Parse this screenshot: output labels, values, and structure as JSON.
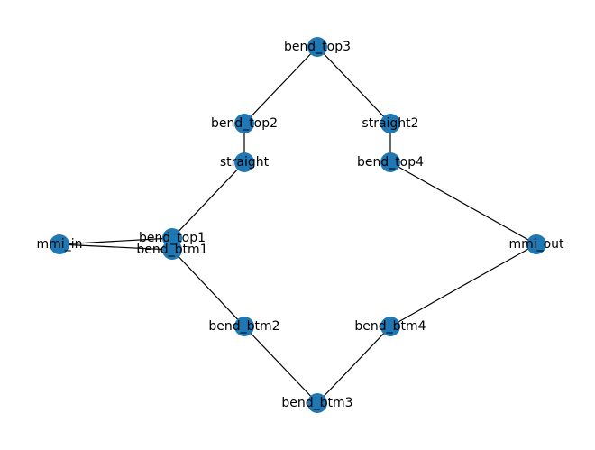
{
  "graph": {
    "node_color": "#1f77b4",
    "edge_color": "#000000",
    "nodes": [
      {
        "id": "mmi_in",
        "label": "mmi_in"
      },
      {
        "id": "bend_top1",
        "label": "bend_top1"
      },
      {
        "id": "bend_btm1",
        "label": "bend_btm1"
      },
      {
        "id": "straight",
        "label": "straight"
      },
      {
        "id": "bend_top2",
        "label": "bend_top2"
      },
      {
        "id": "bend_top3",
        "label": "bend_top3"
      },
      {
        "id": "straight2",
        "label": "straight2"
      },
      {
        "id": "bend_top4",
        "label": "bend_top4"
      },
      {
        "id": "mmi_out",
        "label": "mmi_out"
      },
      {
        "id": "bend_btm2",
        "label": "bend_btm2"
      },
      {
        "id": "bend_btm3",
        "label": "bend_btm3"
      },
      {
        "id": "bend_btm4",
        "label": "bend_btm4"
      }
    ],
    "edges": [
      [
        "mmi_in",
        "bend_top1"
      ],
      [
        "mmi_in",
        "bend_btm1"
      ],
      [
        "bend_top1",
        "straight"
      ],
      [
        "straight",
        "bend_top2"
      ],
      [
        "bend_top2",
        "bend_top3"
      ],
      [
        "bend_top3",
        "straight2"
      ],
      [
        "straight2",
        "bend_top4"
      ],
      [
        "bend_top4",
        "mmi_out"
      ],
      [
        "bend_btm1",
        "bend_btm2"
      ],
      [
        "bend_btm2",
        "bend_btm3"
      ],
      [
        "bend_btm3",
        "bend_btm4"
      ],
      [
        "bend_btm4",
        "mmi_out"
      ]
    ]
  }
}
